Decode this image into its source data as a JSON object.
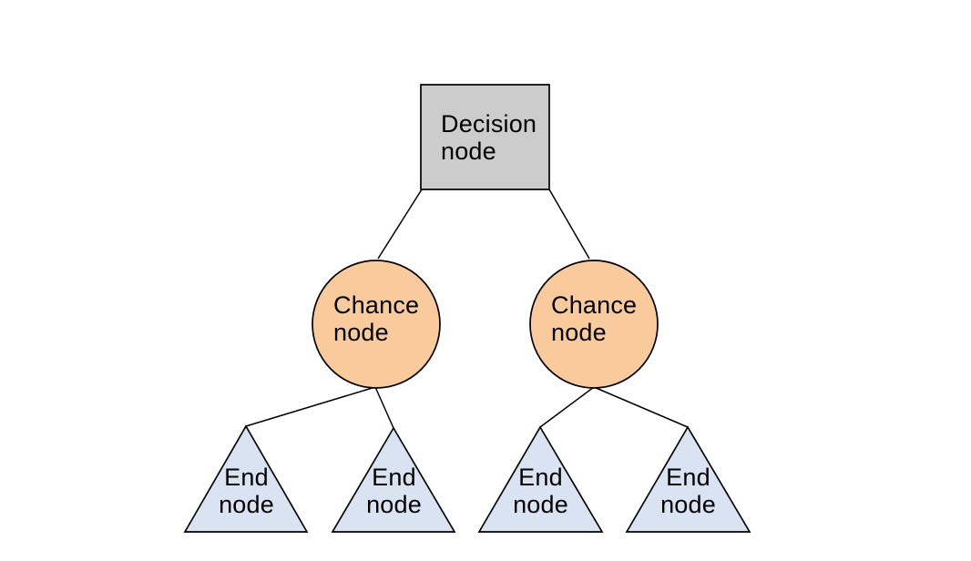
{
  "diagram": {
    "type": "decision-tree",
    "background": "#ffffff",
    "edge_color": "#000000",
    "nodes": {
      "decision": {
        "label": "Decision\nnode",
        "shape": "square",
        "fill": "#cccccc",
        "stroke": "#000000"
      },
      "chance_left": {
        "label": "Chance\nnode",
        "shape": "circle",
        "fill": "#f9cb9c",
        "stroke": "#000000"
      },
      "chance_right": {
        "label": "Chance\nnode",
        "shape": "circle",
        "fill": "#f9cb9c",
        "stroke": "#000000"
      },
      "end_1": {
        "label": "End\nnode",
        "shape": "triangle",
        "fill": "#d9e3f1",
        "stroke": "#000000"
      },
      "end_2": {
        "label": "End\nnode",
        "shape": "triangle",
        "fill": "#d9e3f1",
        "stroke": "#000000"
      },
      "end_3": {
        "label": "End\nnode",
        "shape": "triangle",
        "fill": "#d9e3f1",
        "stroke": "#000000"
      },
      "end_4": {
        "label": "End\nnode",
        "shape": "triangle",
        "fill": "#d9e3f1",
        "stroke": "#000000"
      }
    },
    "edges": [
      {
        "from": "decision",
        "to": "chance_left"
      },
      {
        "from": "decision",
        "to": "chance_right"
      },
      {
        "from": "chance_left",
        "to": "end_1"
      },
      {
        "from": "chance_left",
        "to": "end_2"
      },
      {
        "from": "chance_right",
        "to": "end_3"
      },
      {
        "from": "chance_right",
        "to": "end_4"
      }
    ]
  }
}
